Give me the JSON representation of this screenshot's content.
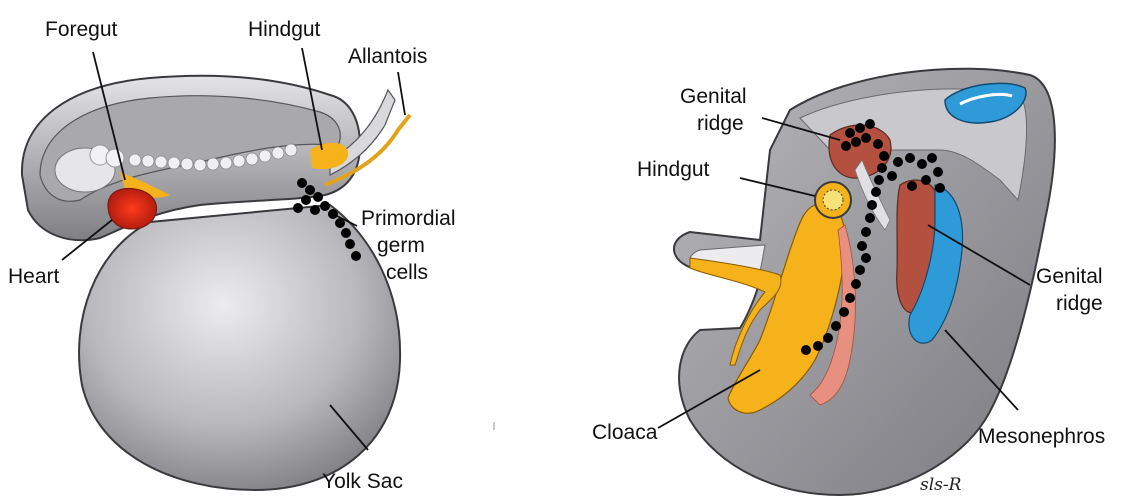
{
  "left_panel": {
    "labels": {
      "foregut": "Foregut",
      "hindgut": "Hindgut",
      "allantois": "Allantois",
      "pgc_line1": "Primordial",
      "pgc_line2": "germ",
      "pgc_line3": "cells",
      "heart": "Heart",
      "yolk_sac": "Yolk Sac"
    }
  },
  "right_panel": {
    "labels": {
      "genital_ridge_top_line1": "Genital",
      "genital_ridge_top_line2": "ridge",
      "hindgut": "Hindgut",
      "genital_ridge_right_line1": "Genital",
      "genital_ridge_right_line2": "ridge",
      "cloaca": "Cloaca",
      "mesonephros": "Mesonephros"
    },
    "signature": "sls-R"
  },
  "colors": {
    "embryo_gray": "#8f8f93",
    "yolk_sac_light": "#d9d9db",
    "gut_yellow": "#f5b21a",
    "heart_red": "#d8321e",
    "ridge_red": "#b4503f",
    "mesonephros_blue": "#2f9ad8",
    "germ_cell": "#000000"
  }
}
